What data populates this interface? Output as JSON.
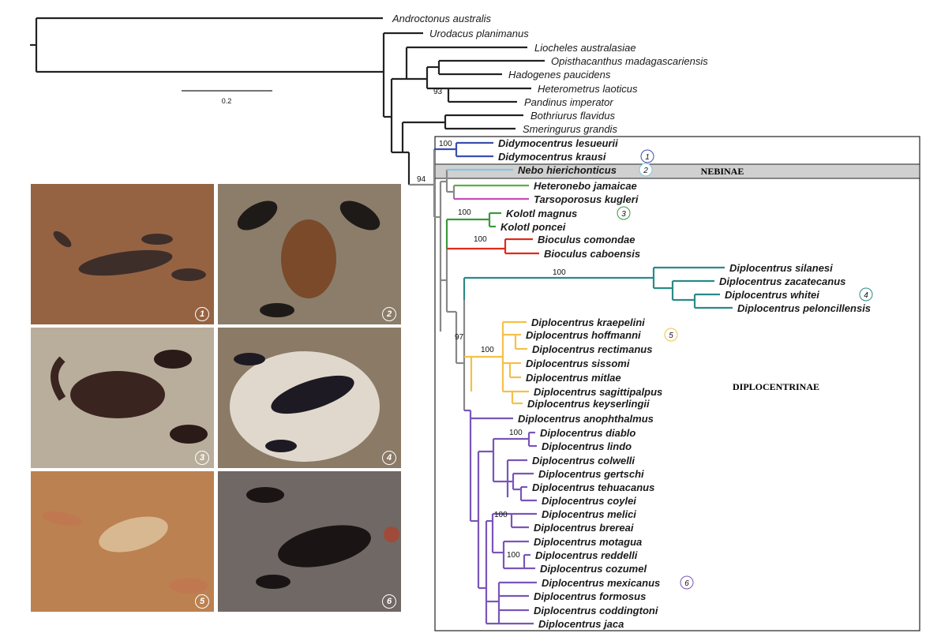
{
  "outgroup_taxa": [
    "Androctonus australis",
    "Urodacus planimanus",
    "Liocheles australasiae",
    "Opisthacanthus madagascariensis",
    "Hadogenes paucidens",
    "Heterometrus laoticus",
    "Pandinus imperator",
    "Bothriurus flavidus",
    "Smeringurus grandis"
  ],
  "ingroup_taxa": [
    "Didymocentrus lesueurii",
    "Didymocentrus krausi",
    "Nebo hierichonticus",
    "Heteronebo jamaicae",
    "Tarsoporosus kugleri",
    "Kolotl magnus",
    "Kolotl poncei",
    "Bioculus comondae",
    "Bioculus caboensis",
    "Diplocentrus silanesi",
    "Diplocentrus zacatecanus",
    "Diplocentrus whitei",
    "Diplocentrus peloncillensis",
    "Diplocentrus kraepelini",
    "Diplocentrus hoffmanni",
    "Diplocentrus rectimanus",
    "Diplocentrus sissomi",
    "Diplocentrus mitlae",
    "Diplocentrus sagittipalpus",
    "Diplocentrus keyserlingii",
    "Diplocentrus anophthalmus",
    "Diplocentrus diablo",
    "Diplocentrus lindo",
    "Diplocentrus colwelli",
    "Diplocentrus gertschi",
    "Diplocentrus tehuacanus",
    "Diplocentrus coylei",
    "Diplocentrus melici",
    "Diplocentrus brereai",
    "Diplocentrus motagua",
    "Diplocentrus reddelli",
    "Diplocentrus cozumel",
    "Diplocentrus mexicanus",
    "Diplocentrus formosus",
    "Diplocentrus coddingtoni",
    "Diplocentrus jaca"
  ],
  "support": {
    "hadogenes_hetero": "93",
    "ingroup": "94",
    "didymocentrus": "100",
    "kolotl": "100",
    "bioculus": "100",
    "silanesi_clade": "100",
    "diplocentrus": "97",
    "kraepelini_clade": "100",
    "diablo_lindo": "100",
    "melici_clade": "100",
    "reddelli_cozumel": "100"
  },
  "scale_bar": "0.2",
  "subfamilies": {
    "nebinae": "NEBINAE",
    "diplocentrinae": "DIPLOCENTRINAE"
  },
  "photo_numbers": [
    "1",
    "2",
    "3",
    "4",
    "5",
    "6"
  ],
  "colors": {
    "outgroup": "#222222",
    "didymocentrus": "#3a4fb0",
    "nebo": "#7ec8e3",
    "heteronebo": "#5cb040",
    "tarsoporosus": "#c84fb8",
    "kolotl": "#3a9a3a",
    "bioculus": "#e02a1c",
    "silanesi_clade": "#2a8a8a",
    "kraepelini_clade": "#f5c04a",
    "anophthalmus_clade": "#7a55b8",
    "backbone": "#888888"
  }
}
